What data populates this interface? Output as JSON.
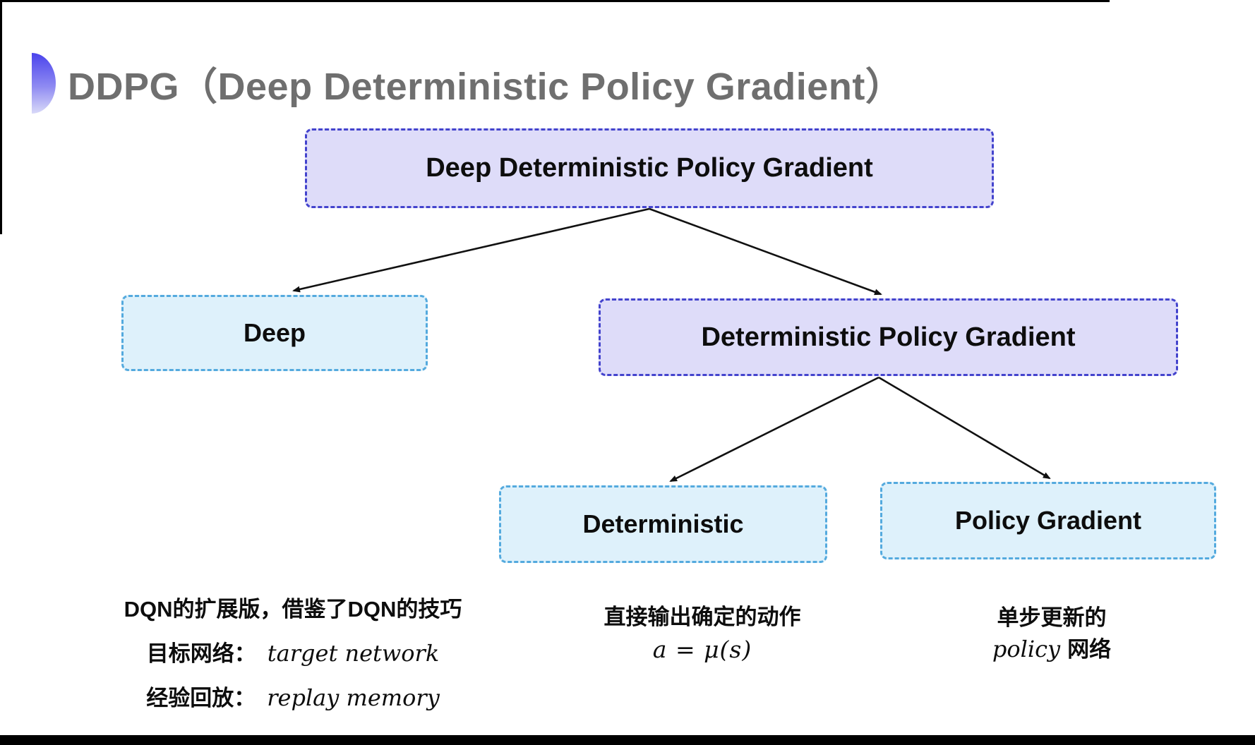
{
  "slide": {
    "title": "DDPG（Deep Deterministic Policy Gradient）",
    "title_color": "#6f6f6f",
    "background": "#ffffff"
  },
  "colors": {
    "node_purple_fill": "#dedcf9",
    "node_purple_border": "#4343cd",
    "node_cyan_fill": "#def1fb",
    "node_cyan_border": "#54aade",
    "arrow": "#111111",
    "bullet_gradient_top": "#4a43ec",
    "bullet_gradient_bottom": "#d9d9f8"
  },
  "tree": {
    "root": {
      "label": "Deep Deterministic Policy Gradient"
    },
    "children": [
      {
        "label": "Deep"
      },
      {
        "label": "Deterministic Policy Gradient"
      }
    ],
    "grandchildren": [
      {
        "label": "Deterministic"
      },
      {
        "label": "Policy Gradient"
      }
    ]
  },
  "notes": {
    "deep": {
      "line1": "DQN的扩展版，借鉴了DQN的技巧",
      "target_label": "目标网络：",
      "target_value": "target network",
      "replay_label": "经验回放：",
      "replay_value": "replay memory"
    },
    "deterministic": {
      "line1": "直接输出确定的动作",
      "formula": "a = μ(s)"
    },
    "policy": {
      "line1": "单步更新的",
      "word_en": "policy",
      "word_zh": "网络"
    }
  }
}
